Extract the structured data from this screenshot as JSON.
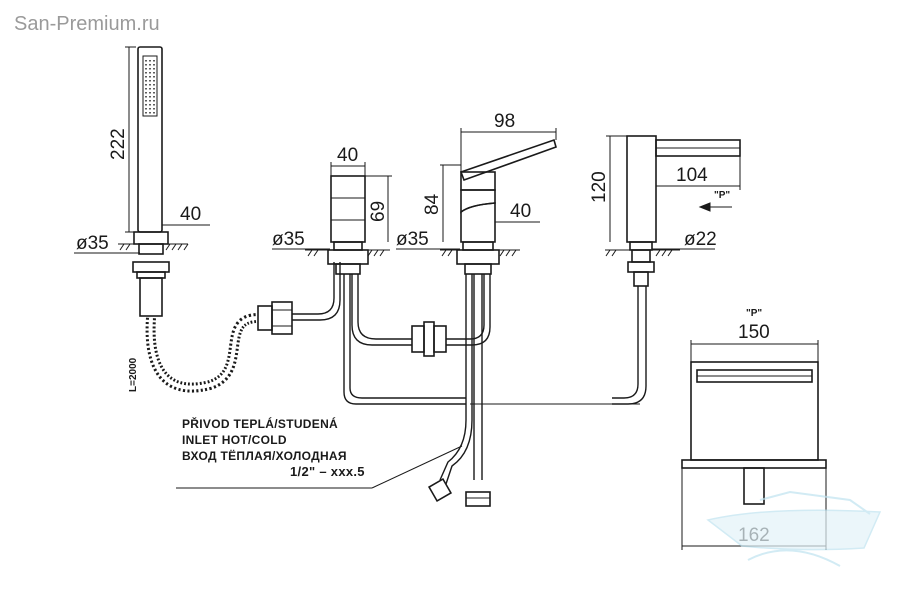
{
  "watermark": "San-Premium.ru",
  "dimensions": {
    "handshower_height": "222",
    "handshower_offset": "40",
    "handshower_diameter": "ø35",
    "hose_length": "L=2000",
    "spout_width": "40",
    "spout_height": "69",
    "spout_diameter": "ø35",
    "lever_reach": "98",
    "mixer_height": "84",
    "mixer_width": "40",
    "mixer_diameter": "ø35",
    "side_height": "120",
    "side_reach": "104",
    "side_diameter": "ø22",
    "side_view_marker": "\"P\"",
    "front_view_marker": "\"P\"",
    "front_top_width": "150",
    "front_bottom_width": "162"
  },
  "inlet_note": {
    "line1": "PŘIVOD TEPLÁ/STUDENÁ",
    "line2": "INLET HOT/COLD",
    "line3": "ВХОД ТЁПЛАЯ/ХОЛОДНАЯ",
    "thread": "1/2\"  –  xxx.5"
  },
  "colors": {
    "line": "#1a1a1a",
    "watermark_text": "#9a9a9a",
    "logo_accent": "#bfe3f0"
  },
  "icons": [
    "bath-logo-icon",
    "view-arrow-icon"
  ]
}
